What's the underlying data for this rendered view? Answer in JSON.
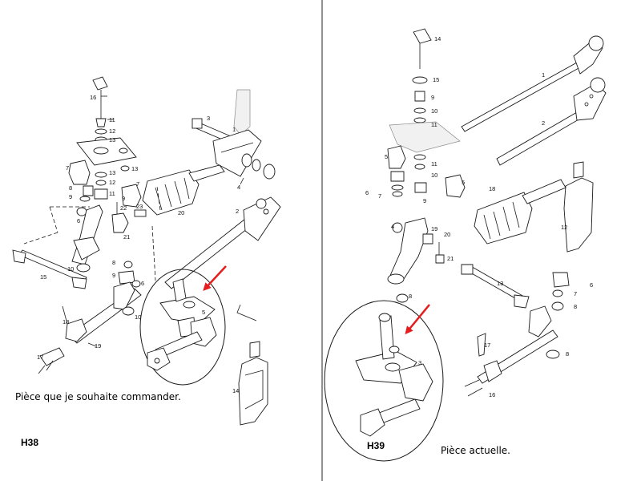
{
  "left_panel": {
    "reference": "H38",
    "caption": "Pièce que je souhaite commander.",
    "part_numbers": [
      "1",
      "2",
      "3",
      "4",
      "5",
      "6",
      "7",
      "8",
      "9",
      "10",
      "11",
      "12",
      "13",
      "14",
      "15",
      "16",
      "17",
      "18",
      "19",
      "20",
      "21",
      "22",
      "23"
    ]
  },
  "right_panel": {
    "reference": "H39",
    "caption": "Pièce actuelle.",
    "part_numbers": [
      "1",
      "2",
      "3",
      "4",
      "5",
      "6",
      "7",
      "8",
      "9",
      "10",
      "11",
      "12",
      "13",
      "14",
      "15",
      "16",
      "17",
      "18",
      "19",
      "20",
      "21"
    ]
  },
  "colors": {
    "arrow": "#e41e1e",
    "line": "#1a1a1a"
  }
}
